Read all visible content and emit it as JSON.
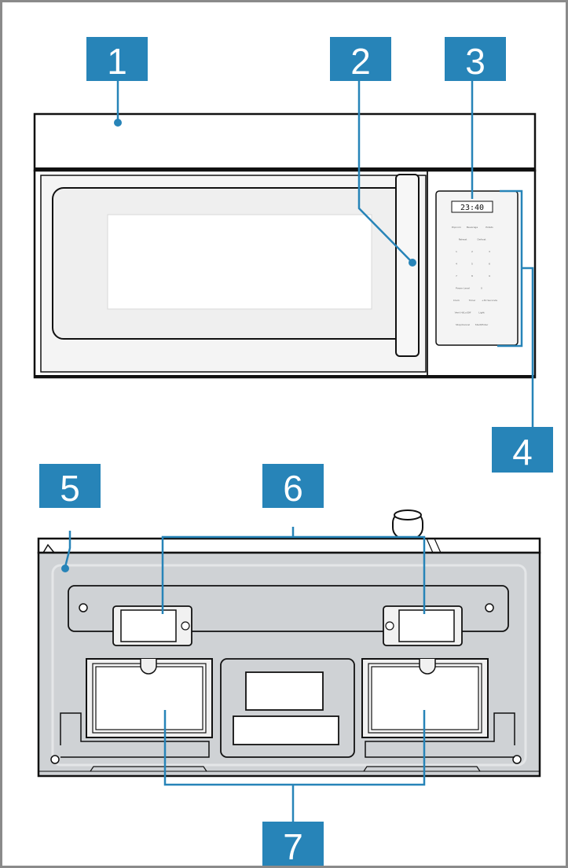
{
  "callouts": [
    {
      "id": "1",
      "label": "1"
    },
    {
      "id": "2",
      "label": "2"
    },
    {
      "id": "3",
      "label": "3"
    },
    {
      "id": "4",
      "label": "4"
    },
    {
      "id": "5",
      "label": "5"
    },
    {
      "id": "6",
      "label": "6"
    },
    {
      "id": "7",
      "label": "7"
    }
  ],
  "control_panel": {
    "display": "23:40",
    "keys": [
      [
        "Popcorn",
        "Beverage",
        "Potato"
      ],
      [
        "Reheat",
        "Defrost"
      ],
      [
        "1",
        "2",
        "3"
      ],
      [
        "4",
        "5",
        "6"
      ],
      [
        "7",
        "8",
        "9"
      ],
      [
        "Power Level",
        "0"
      ],
      [
        "Clock",
        "Timer",
        "+30 Seconds"
      ],
      [
        "Vent Hi/Lo/Off",
        "Light"
      ],
      [
        "Stop/Cancel",
        "Start/Enter"
      ]
    ]
  },
  "colors": {
    "callout_fill": "#2784b8",
    "callout_line": "#2784b8",
    "appliance_outline": "#111111",
    "appliance_face": "#f2f2f2",
    "window": "#e9e9e9",
    "underside_fill": "#cfd2d5",
    "frame_border": "#8a8a8a"
  }
}
